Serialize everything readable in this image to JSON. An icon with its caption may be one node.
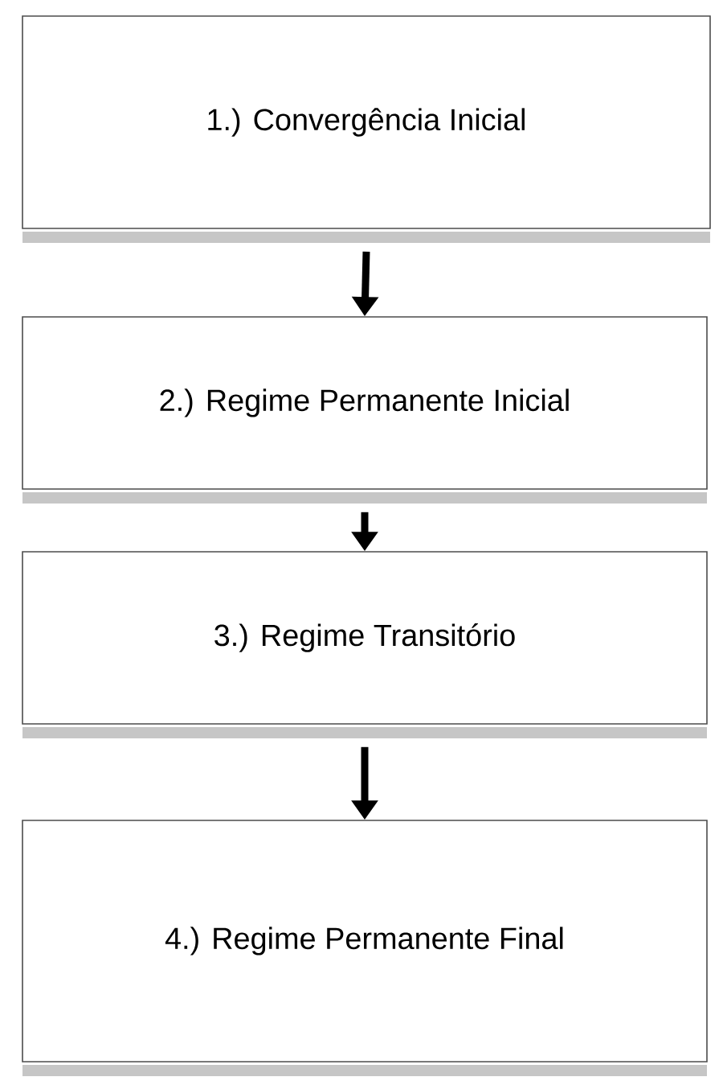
{
  "diagram": {
    "nodes": [
      {
        "text": [
          "1.) Convergência Inicial"
        ]
      },
      {
        "text": [
          "2.) Regime Permanente Inicial"
        ]
      },
      {
        "text": [
          "3.) Regime Transitório"
        ]
      },
      {
        "text": [
          "4.) Regime Permanente Final"
        ]
      }
    ],
    "edges": [
      {
        "from": 0,
        "to": 1,
        "arrow": "to"
      },
      {
        "from": 1,
        "to": 2,
        "arrow": "to"
      },
      {
        "from": 2,
        "to": 3,
        "arrow": "to"
      }
    ]
  }
}
